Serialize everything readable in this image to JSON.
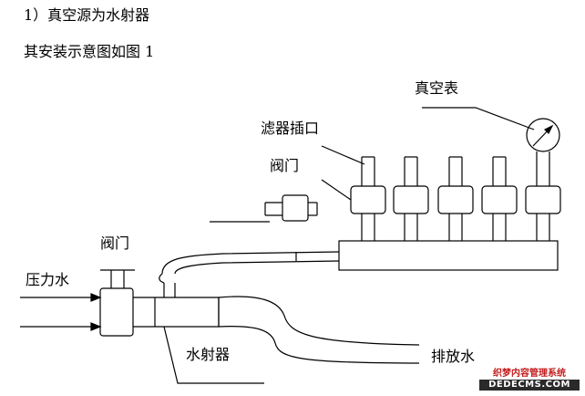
{
  "heading": {
    "title": "1）真空源为水射器",
    "subtitle": "其安装示意图如图 1"
  },
  "labels": {
    "vacuum_gauge": "真空表",
    "filter_inlet": "滤器插口",
    "valve_upper": "阀门",
    "valve_left": "阀门",
    "pressure_water": "压力水",
    "ejector": "水射器",
    "drain": "排放水"
  },
  "watermark": {
    "line1": "织梦内容管理系统",
    "line2": "DEDECMS.COM"
  },
  "colors": {
    "line": "#000000",
    "watermark_red": "#c21d1d"
  }
}
